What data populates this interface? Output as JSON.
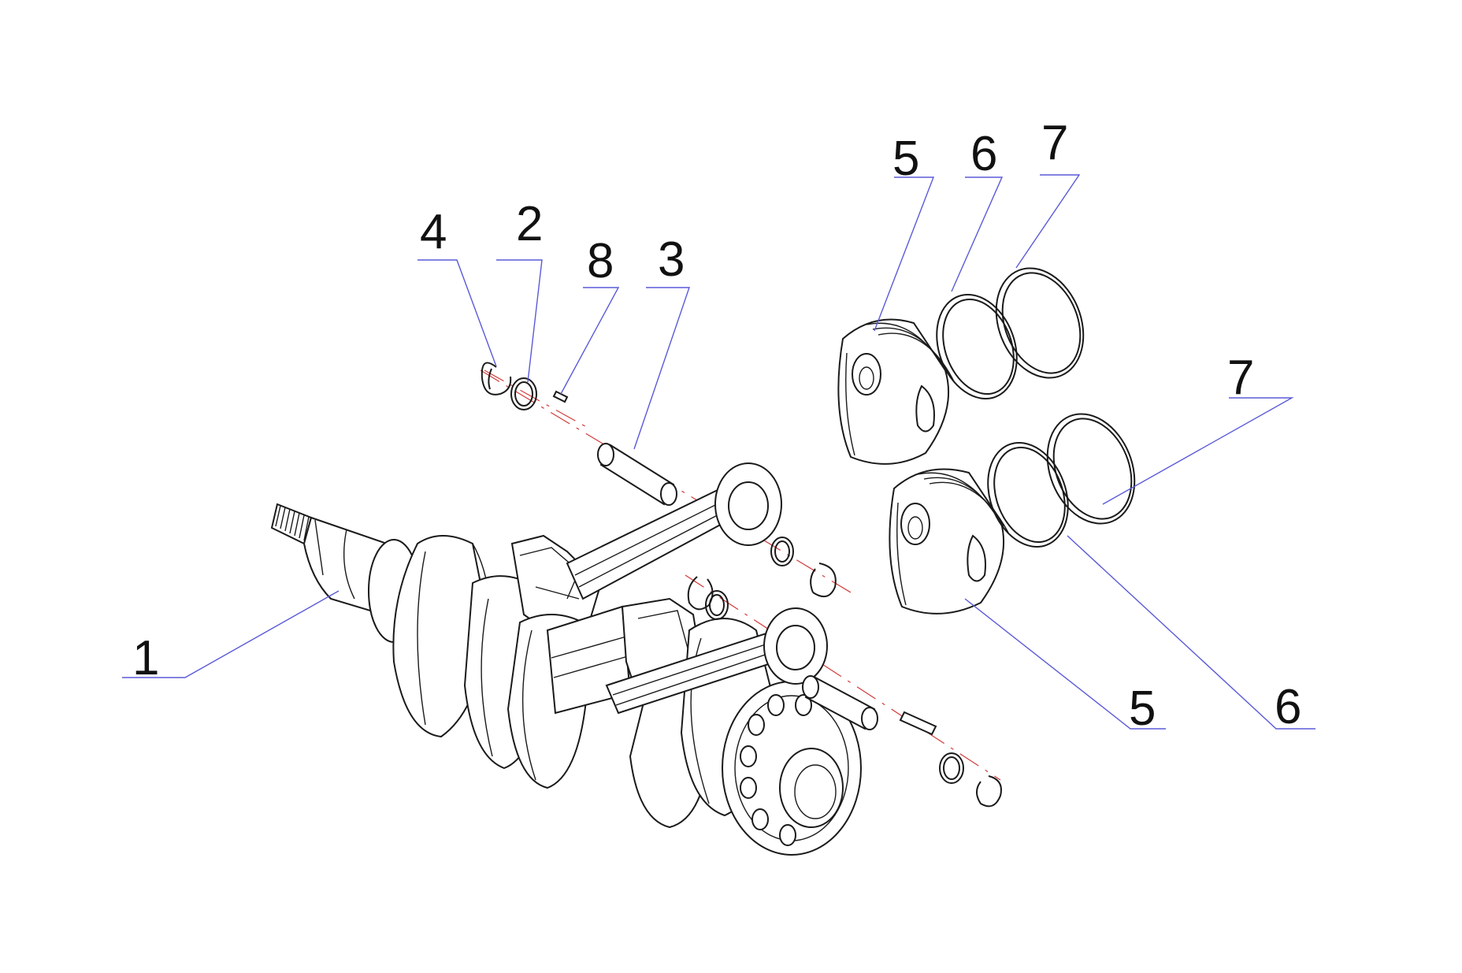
{
  "callouts": [
    {
      "id": "c1",
      "text": "1"
    },
    {
      "id": "c2",
      "text": "2"
    },
    {
      "id": "c3",
      "text": "3"
    },
    {
      "id": "c4",
      "text": "4"
    },
    {
      "id": "c5a",
      "text": "5"
    },
    {
      "id": "c5b",
      "text": "5"
    },
    {
      "id": "c6a",
      "text": "6"
    },
    {
      "id": "c6b",
      "text": "6"
    },
    {
      "id": "c7a",
      "text": "7"
    },
    {
      "id": "c7b",
      "text": "7"
    },
    {
      "id": "c8",
      "text": "8"
    }
  ],
  "colors": {
    "leader": "#5a5ad8",
    "axis": "#d23a3a",
    "line": "#1a1a1a"
  }
}
